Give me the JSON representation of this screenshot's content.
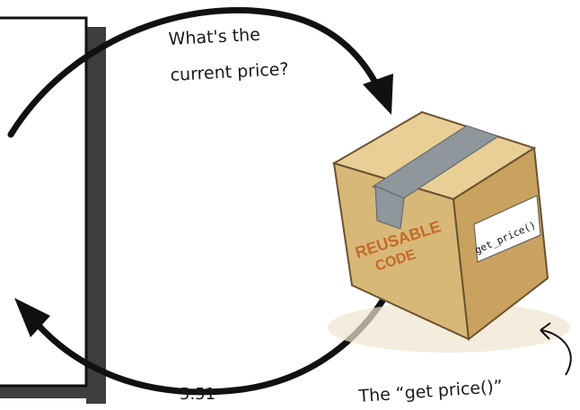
{
  "callouts": {
    "question_line1": "What's the",
    "question_line2": "current price?",
    "return_value": "5.51",
    "function_caption": "The “get price()”"
  },
  "box": {
    "stamp_line1": "REUSABLE",
    "stamp_line2": "CODE",
    "side_label": "get_price()"
  },
  "colors": {
    "ink": "#111111",
    "cardboard_top": "#e9cf95",
    "cardboard_front": "#d8b878",
    "cardboard_side": "#c9a25f",
    "tape": "#8f969c",
    "stamp": "#c46a2a"
  }
}
